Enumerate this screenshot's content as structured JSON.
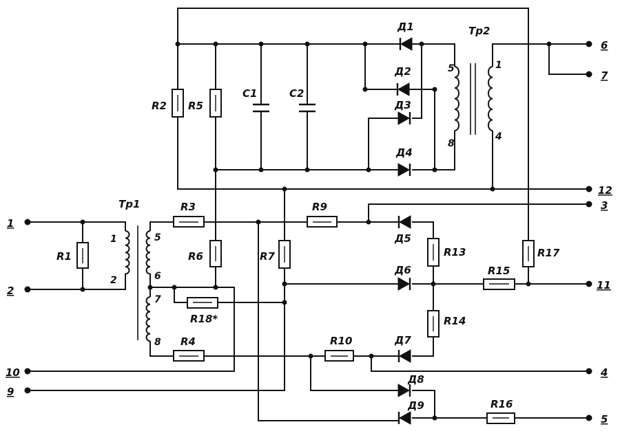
{
  "terminals": {
    "t1": "1",
    "t2": "2",
    "t3": "3",
    "t4": "4",
    "t5": "5",
    "t6": "6",
    "t7": "7",
    "t9": "9",
    "t10": "10",
    "t11": "11",
    "t12": "12"
  },
  "components": {
    "R1": "R1",
    "R2": "R2",
    "R3": "R3",
    "R4": "R4",
    "R5": "R5",
    "R6": "R6",
    "R7": "R7",
    "R9": "R9",
    "R10": "R10",
    "R13": "R13",
    "R14": "R14",
    "R15": "R15",
    "R16": "R16",
    "R17": "R17",
    "R18": "R18*",
    "C1": "C1",
    "C2": "C2",
    "D1": "Д1",
    "D2": "Д2",
    "D3": "Д3",
    "D4": "Д4",
    "D5": "Д5",
    "D6": "Д6",
    "D7": "Д7",
    "D8": "Д8",
    "D9": "Д9",
    "TR1": "Тр1",
    "TR2": "Тр2"
  },
  "winding_pins": {
    "tr1_p1": "1",
    "tr1_p2": "2",
    "tr1_p5": "5",
    "tr1_p6": "6",
    "tr1_p7": "7",
    "tr1_p8": "8",
    "tr2_p5": "5",
    "tr2_p8": "8",
    "tr2_p1": "1",
    "tr2_p4": "4"
  }
}
